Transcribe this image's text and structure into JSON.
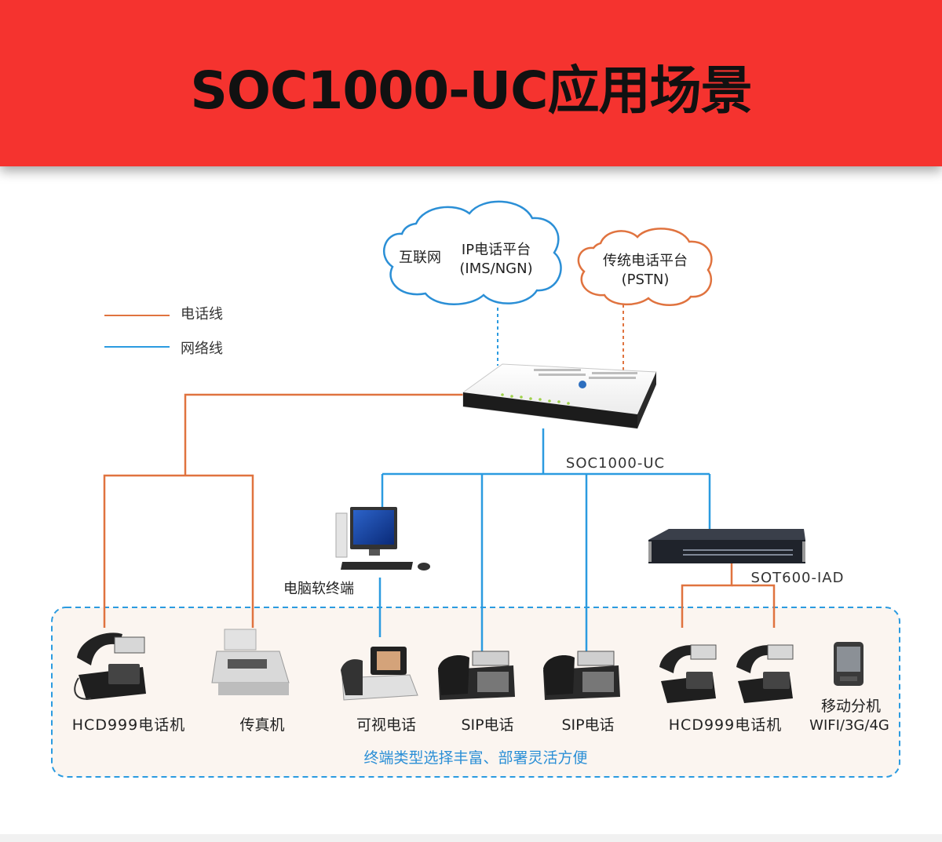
{
  "header": {
    "title": "SOC1000-UC应用场景"
  },
  "colors": {
    "banner": "#f5332f",
    "phone_line": "#e0733f",
    "network_line": "#2b9be0",
    "internet_cloud_border": "#2b8fd6",
    "pstn_cloud_border": "#e0733f",
    "terminal_area_bg": "#fbf5f0",
    "terminal_area_border": "#2b9be0"
  },
  "legend": {
    "phone_line_label": "电话线",
    "network_line_label": "网络线"
  },
  "clouds": {
    "internet": {
      "label": "互联网",
      "line1": "IP电话平台",
      "line2": "(IMS/NGN)"
    },
    "pstn": {
      "line1": "传统电话平台",
      "line2": "(PSTN)"
    }
  },
  "devices": {
    "main_gateway": "SOC1000-UC",
    "iad": "SOT600-IAD",
    "pc": "电脑软终端"
  },
  "terminals": [
    {
      "label": "HCD999电话机"
    },
    {
      "label": "传真机"
    },
    {
      "label": "可视电话"
    },
    {
      "label": "SIP电话"
    },
    {
      "label": "SIP电话"
    },
    {
      "label": "HCD999电话机"
    },
    {
      "label": "移动分机",
      "sublabel": "WIFI/3G/4G"
    }
  ],
  "terminal_area_caption": "终端类型选择丰富、部署灵活方便"
}
